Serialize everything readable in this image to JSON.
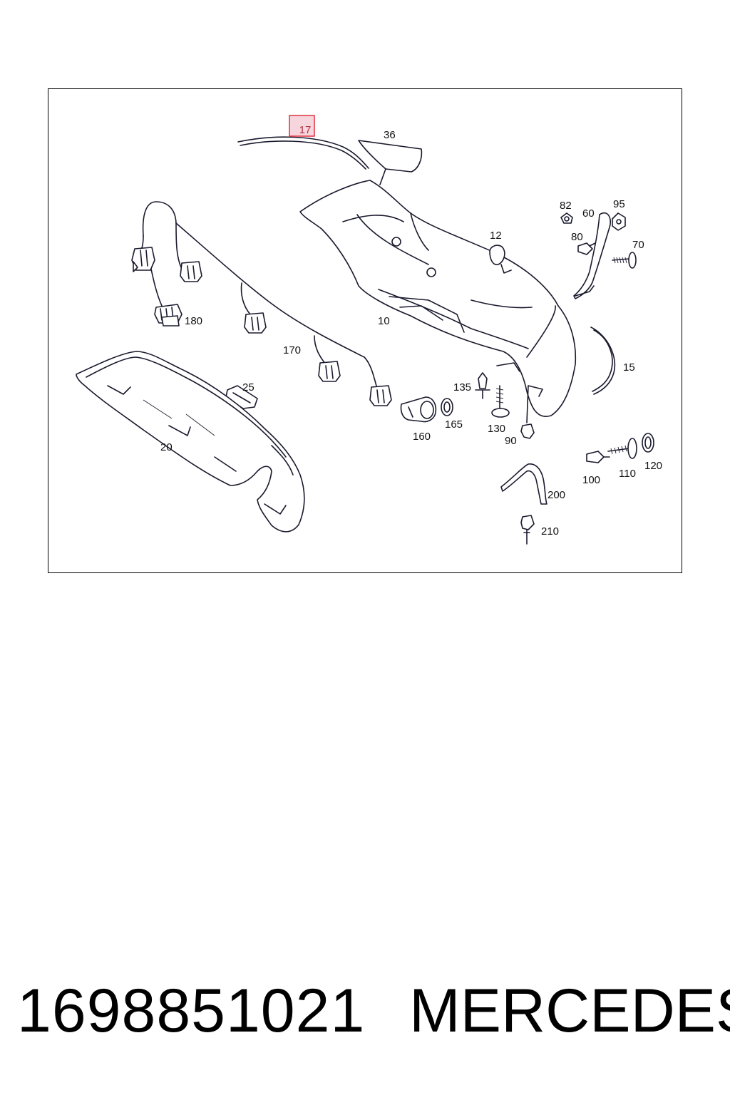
{
  "diagram": {
    "highlighted_callout": "17",
    "callouts": {
      "c17": "17",
      "c36": "36",
      "c82": "82",
      "c60": "60",
      "c95": "95",
      "c80": "80",
      "c70": "70",
      "c12": "12",
      "c10": "10",
      "c180": "180",
      "c170": "170",
      "c15": "15",
      "c135": "135",
      "c25": "25",
      "c130": "130",
      "c165": "165",
      "c160": "160",
      "c90": "90",
      "c20": "20",
      "c100": "100",
      "c110": "110",
      "c120": "120",
      "c200": "200",
      "c210": "210"
    }
  },
  "footer": {
    "part_number": "1698851021",
    "brand": "MERCEDES"
  },
  "colors": {
    "highlight_border": "#e03040",
    "highlight_fill": "#f6d6dc",
    "line": "#1a1a2e"
  }
}
